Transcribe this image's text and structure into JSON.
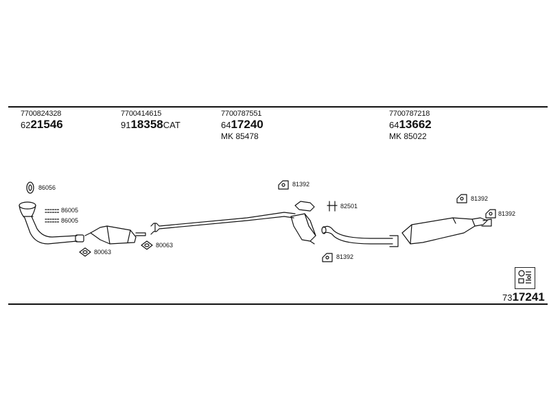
{
  "groups": [
    {
      "oe": "7700824328",
      "prefix": "62",
      "number": "21546",
      "suffix": ""
    },
    {
      "oe": "7700414615",
      "prefix": "91",
      "number": "18358",
      "suffix": "CAT"
    },
    {
      "oe": "7700787551",
      "prefix": "64",
      "number": "17240",
      "suffix": "",
      "mk": "MK  85478"
    },
    {
      "oe": "7700787218",
      "prefix": "64",
      "number": "13662",
      "suffix": "",
      "mk": "MK  85022"
    }
  ],
  "labels": {
    "ring_top": "86056",
    "clamp_a": "86005",
    "clamp_b": "86005",
    "gasket_left": "80063",
    "gasket_mid": "80063",
    "hanger_top_mid": "81392",
    "bolt": "82501",
    "hanger_bottom_mid": "81392",
    "hanger_right_top": "81392",
    "hanger_right_end": "81392"
  },
  "kit": {
    "prefix": "73",
    "number": "17241"
  },
  "colors": {
    "ink": "#111111",
    "background": "#ffffff"
  }
}
